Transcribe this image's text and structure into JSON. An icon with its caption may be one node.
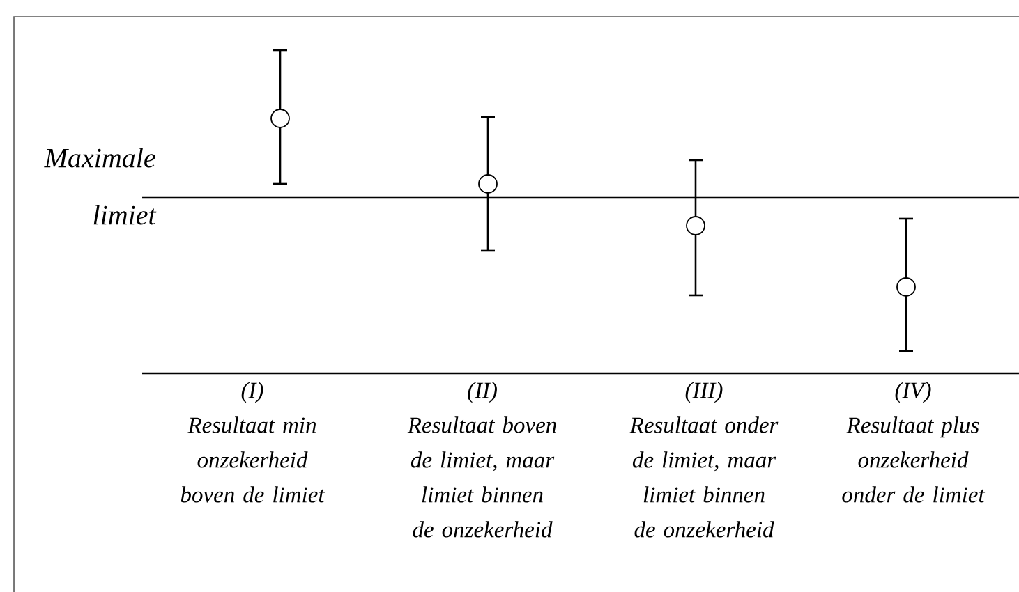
{
  "diagram": {
    "labels": [
      "Maximale limiet",
      "(I)",
      "Resultaat min onzekerheid boven de limiet",
      "(II)",
      "Resultaat boven de limiet, maar limiet binnen de onzekerheid",
      "(III)",
      "Resultaat onder de limiet, maar limiet binnen de onzekerheid",
      "(IV)",
      "Resultaat plus onzekerheid onder de limiet"
    ]
  }
}
